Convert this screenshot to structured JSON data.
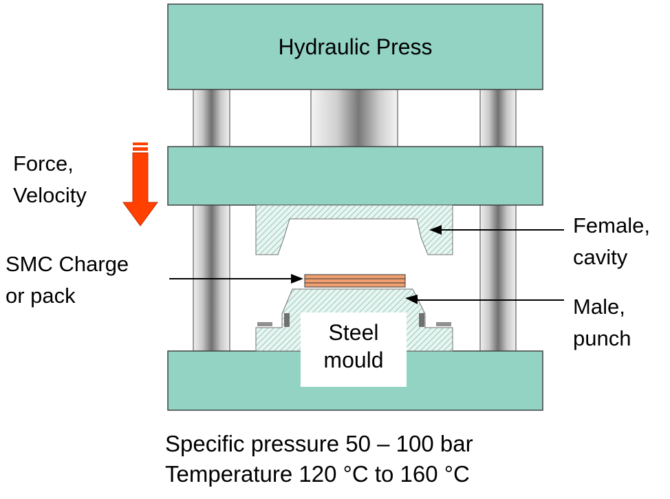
{
  "press_label": "Hydraulic Press",
  "force_label": [
    "Force,",
    "Velocity"
  ],
  "smc_label": [
    "SMC Charge",
    "or pack"
  ],
  "female_label": [
    "Female,",
    "cavity"
  ],
  "male_label": [
    "Male,",
    "punch"
  ],
  "mould_label": [
    "Steel",
    "mould"
  ],
  "footer": [
    "Specific pressure 50 – 100 bar",
    "Temperature 120 °C to 160 °C"
  ],
  "colors": {
    "plate": "#93d3c4",
    "outline": "#404040",
    "arrow": "#ff4000",
    "charge": "#f0a070",
    "hatch": "#6fb3a3"
  }
}
